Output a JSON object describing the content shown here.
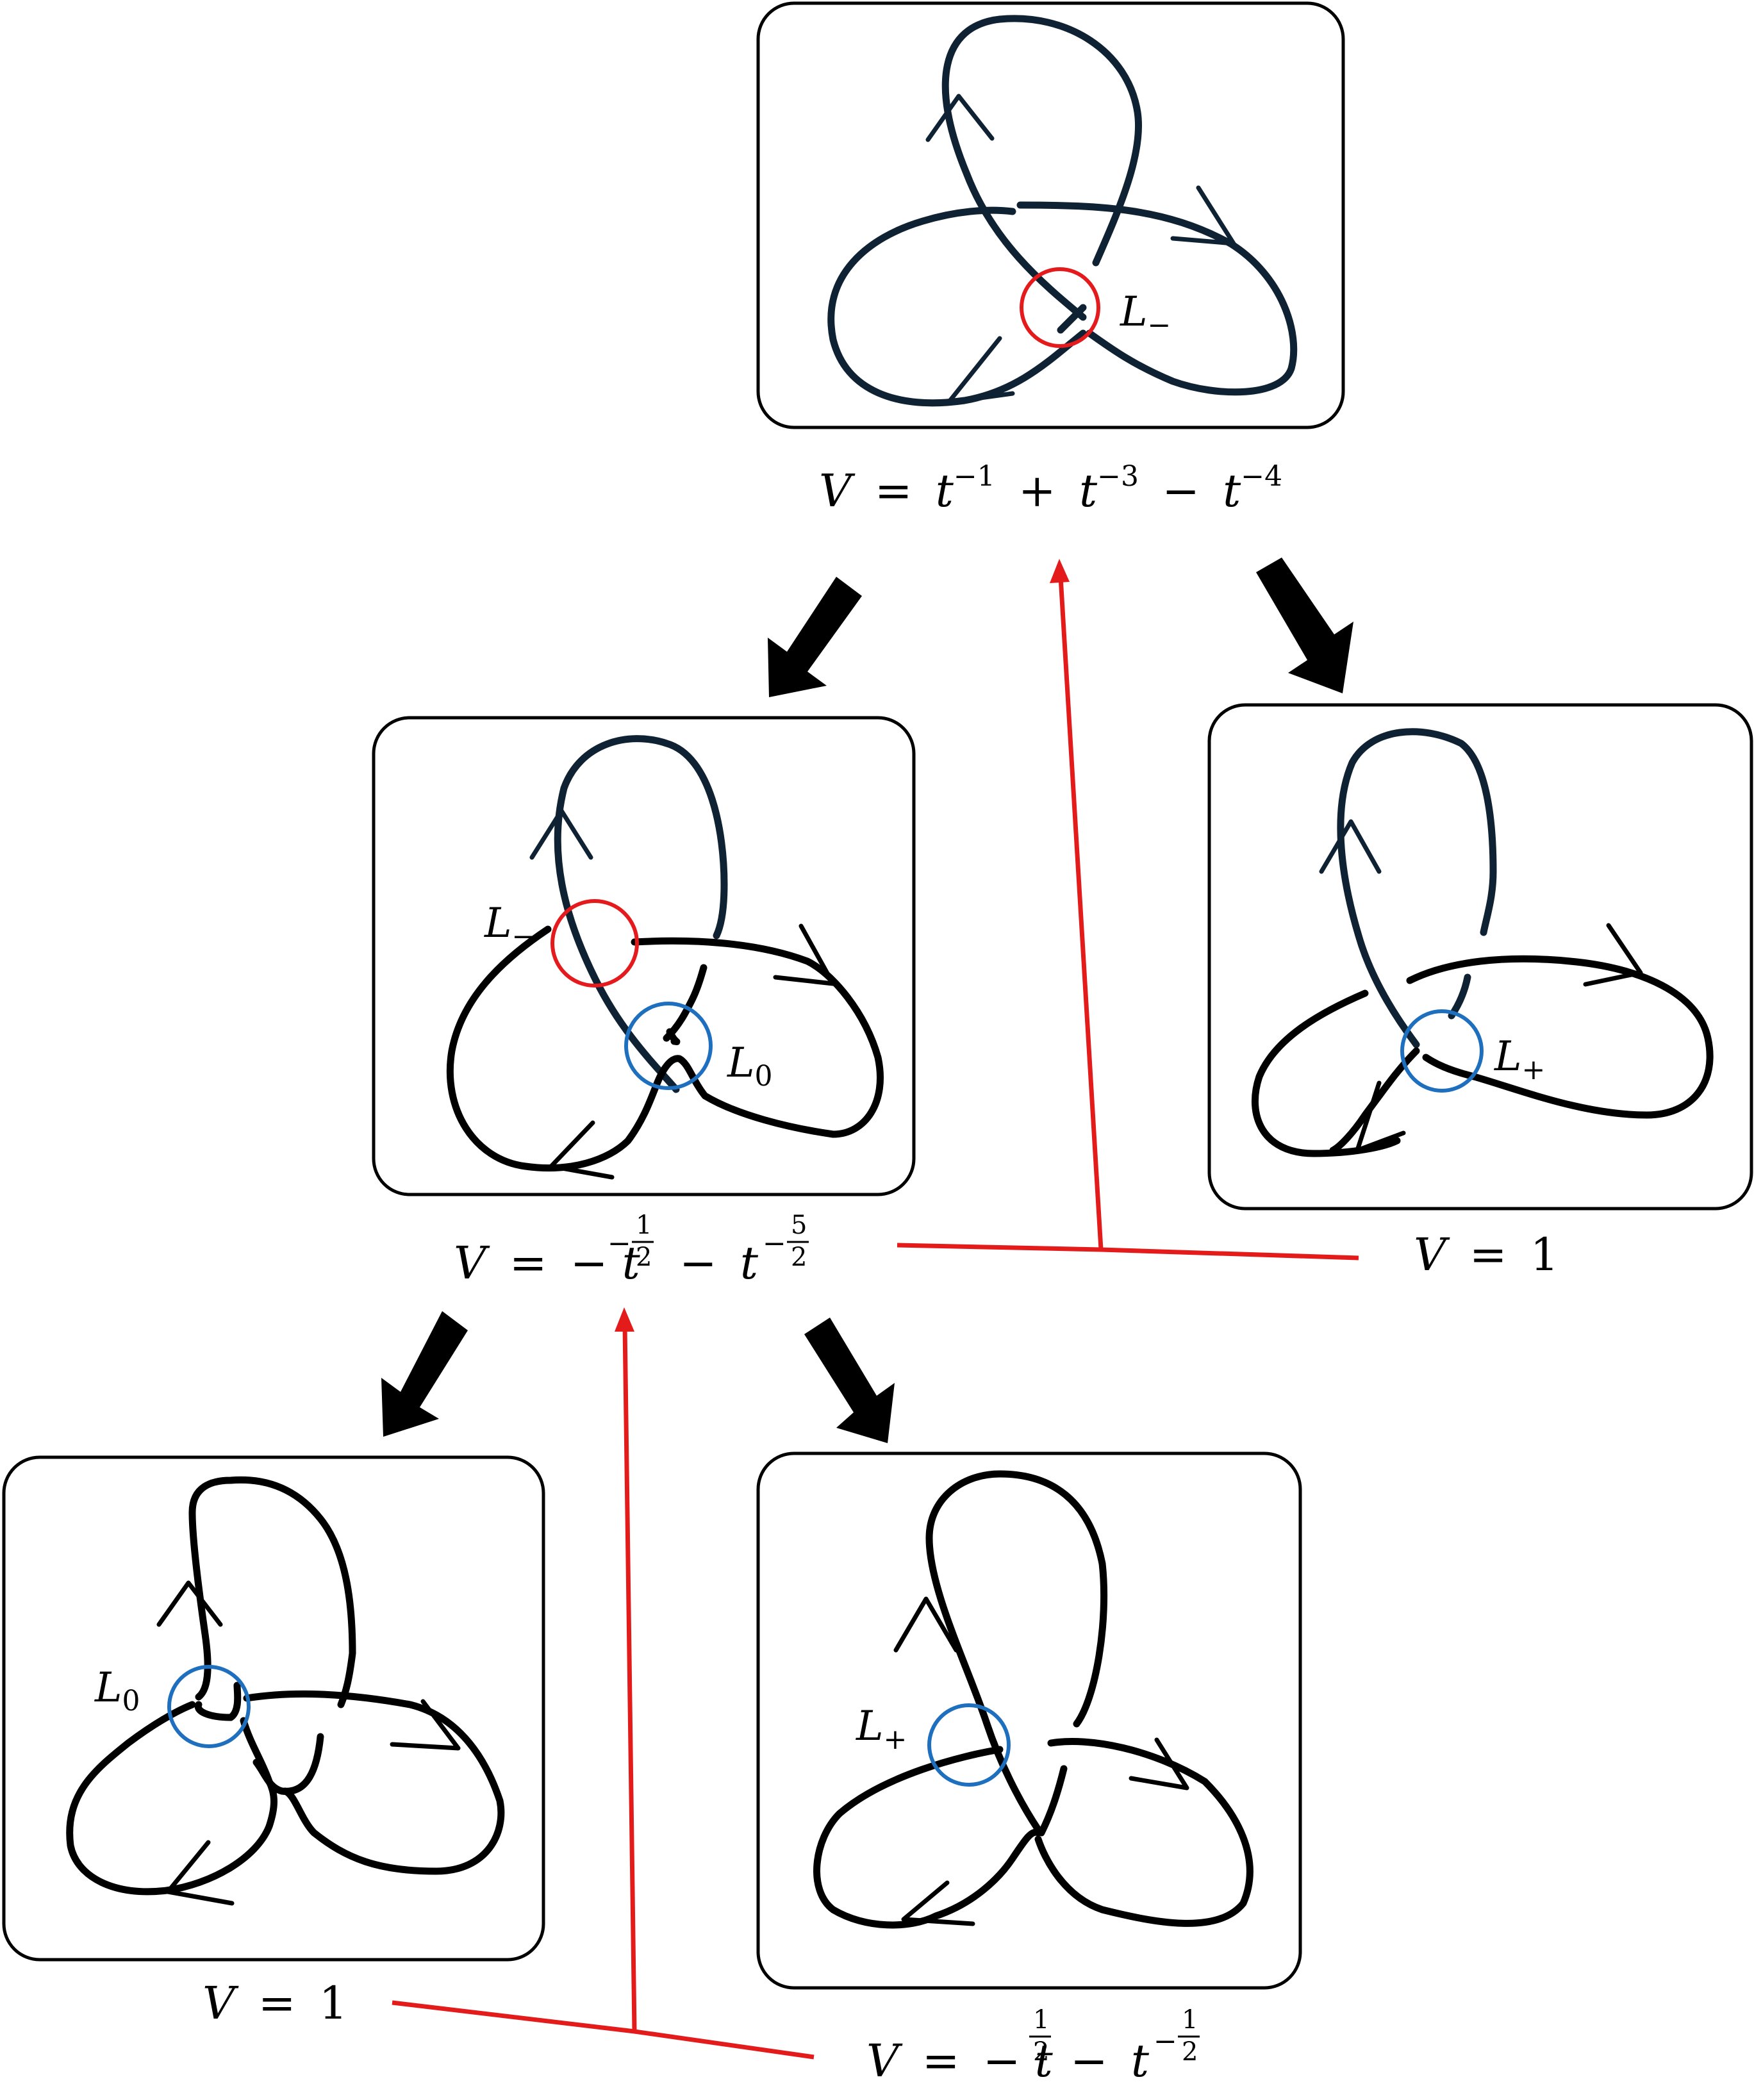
{
  "colors": {
    "negative_crossing": "#e41a1c",
    "positive_or_zero_crossing": "#1f6fbf",
    "skein_relation_lines": "#e31b1b",
    "knot_strand": "#000000"
  },
  "top_panel": {
    "crossing_label": "L",
    "crossing_label_sub": "−",
    "polynomial": {
      "V": "V",
      "equals": "=",
      "t": "t",
      "exp1": "−1",
      "plus": "+",
      "exp2": "−3",
      "minus": "−",
      "exp3": "−4"
    }
  },
  "middle_left_panel": {
    "crossing_label_a": "L",
    "crossing_label_a_sub": "−",
    "crossing_label_b": "L",
    "crossing_label_b_sub": "0",
    "polynomial": {
      "V": "V",
      "equals": "=",
      "minus": "−",
      "t": "t",
      "exp_sign": "−",
      "frac1_num": "1",
      "frac1_den": "2",
      "frac2_num": "5",
      "frac2_den": "2"
    }
  },
  "middle_right_panel": {
    "crossing_label": "L",
    "crossing_label_sub": "+",
    "polynomial": {
      "V": "V",
      "equals": "=",
      "value": "1"
    }
  },
  "bottom_left_panel": {
    "crossing_label": "L",
    "crossing_label_sub": "0",
    "polynomial": {
      "V": "V",
      "equals": "=",
      "value": "1"
    }
  },
  "bottom_right_panel": {
    "crossing_label": "L",
    "crossing_label_sub": "+",
    "polynomial": {
      "V": "V",
      "equals": "=",
      "minus": "−",
      "t": "t",
      "exp_sign": "−",
      "frac_num": "1",
      "frac_den": "2"
    }
  }
}
